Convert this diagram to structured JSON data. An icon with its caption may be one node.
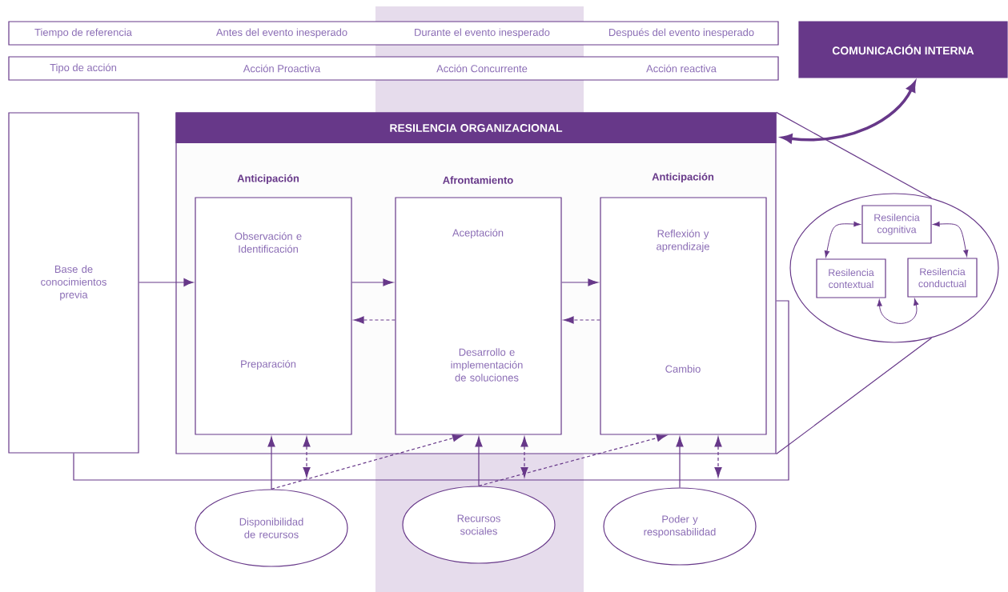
{
  "diagram": {
    "nodes": [
      {
        "text": [
          "Tiempo de referencia",
          "Antes del evento inesperado",
          "Durante el evento inesperado",
          "Después del evento inesperado"
        ]
      },
      {
        "text": [
          "Tipo de acción",
          "Acción Proactiva",
          "Acción Concurrente",
          "Acción reactiva"
        ]
      },
      {
        "text": [
          "COMUNICACIÓN INTERNA"
        ]
      },
      {
        "text": [
          "Base de conocimientos previa"
        ]
      },
      {
        "text": [
          "RESILENCIA ORGANIZACIONAL"
        ]
      },
      {
        "text": [
          "Anticipación",
          "Observación e Identificación",
          "Preparación"
        ],
        "in": 4
      },
      {
        "text": [
          "Afrontamiento",
          "Aceptación",
          "Desarrollo e implementación de soluciones"
        ],
        "in": 4
      },
      {
        "text": [
          "Anticipación",
          "Reflexión y aprendizaje",
          "Cambio"
        ],
        "in": 4
      },
      {
        "text": [],
        "shape": "ellipse"
      },
      {
        "text": [
          "Resilencia cognitiva"
        ],
        "in": 8
      },
      {
        "text": [
          "Resilencia contextual"
        ],
        "in": 8
      },
      {
        "text": [
          "Resilencia conductual"
        ],
        "in": 8
      },
      {
        "text": [
          "Disponibilidad de recursos"
        ]
      },
      {
        "text": [
          "Recursos sociales"
        ]
      },
      {
        "text": [
          "Poder y responsabilidad"
        ]
      }
    ],
    "edges": [
      {
        "from": 3,
        "to": 5,
        "arrow": "to"
      },
      {
        "from": 5,
        "to": 6,
        "arrow": "to"
      },
      {
        "from": 6,
        "to": 7,
        "arrow": "to"
      },
      {
        "from": 6,
        "to": 5,
        "arrow": "to",
        "style": "dashed"
      },
      {
        "from": 7,
        "to": 6,
        "arrow": "to",
        "style": "dashed"
      },
      {
        "from": 12,
        "to": 5,
        "arrow": "to"
      },
      {
        "from": 12,
        "to": 6,
        "arrow": "to",
        "style": "dashed"
      },
      {
        "from": 13,
        "to": 6,
        "arrow": "to"
      },
      {
        "from": 13,
        "to": 7,
        "arrow": "to",
        "style": "dashed"
      },
      {
        "from": 14,
        "to": 7,
        "arrow": "to"
      },
      {
        "from": 5,
        "to": null,
        "arrow": "both",
        "style": "dashed"
      },
      {
        "from": 6,
        "to": null,
        "arrow": "both",
        "style": "dashed"
      },
      {
        "from": 7,
        "to": null,
        "arrow": "both",
        "style": "dashed"
      },
      {
        "from": 3,
        "to": 4,
        "arrow": "none"
      },
      {
        "from": 4,
        "to": 2,
        "arrow": "both",
        "style": "thick"
      },
      {
        "from": 4,
        "to": 8,
        "arrow": "none"
      },
      {
        "from": 4,
        "to": 8,
        "arrow": "none"
      },
      {
        "from": 9,
        "to": 10,
        "arrow": "both"
      },
      {
        "from": 9,
        "to": 11,
        "arrow": "both"
      },
      {
        "from": 10,
        "to": 11,
        "arrow": "both"
      }
    ]
  }
}
